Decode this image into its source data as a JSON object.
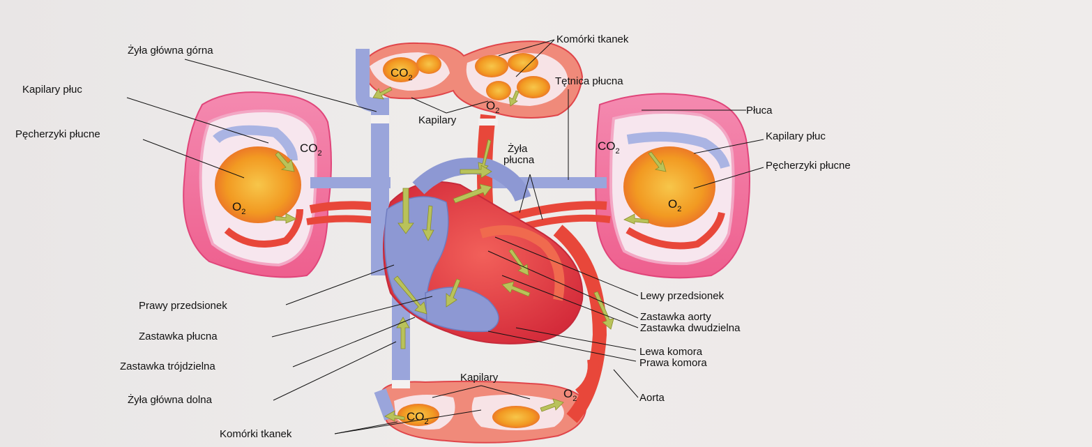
{
  "labels": {
    "zyla_glowna_gorna": "Żyła główna górna",
    "kapilary_pluc_left": "Kapilary płuc",
    "pecherzyki_plucne_left": "Pęcherzyki płucne",
    "komorki_tkanek_top": "Komórki tkanek",
    "kapilary_top": "Kapilary",
    "tetnica_plucna": "Tętnica płucna",
    "zyla_plucna_1": "Żyła",
    "zyla_plucna_2": "płucna",
    "pluca": "Płuca",
    "kapilary_pluc_right": "Kapilary płuc",
    "pecherzyki_plucne_right": "Pęcherzyki płucne",
    "prawy_przedsionek": "Prawy przedsionek",
    "zastawka_plucna": "Zastawka płucna",
    "zastawka_trojdzielna": "Zastawka trójdzielna",
    "zyla_glowna_dolna": "Żyła główna dolna",
    "komorki_tkanek_bottom": "Komórki tkanek",
    "kapilary_bottom": "Kapilary",
    "lewy_przedsionek": "Lewy przedsionek",
    "zastawka_aorty": "Zastawka aorty",
    "zastawka_dwudzielna": "Zastawka dwudzielna",
    "lewa_komora": "Lewa komora",
    "prawa_komora": "Prawa komora",
    "aorta": "Aorta"
  },
  "gases": {
    "co2": "CO",
    "co2_sub": "2",
    "o2": "O",
    "o2_sub": "2"
  },
  "colors": {
    "deoxygenated": "#8e9bd6",
    "oxygenated": "#e8473a",
    "lung_tissue": "#f06a9a",
    "alveoli": "#f4a21c",
    "arrow": "#b9c25a"
  }
}
